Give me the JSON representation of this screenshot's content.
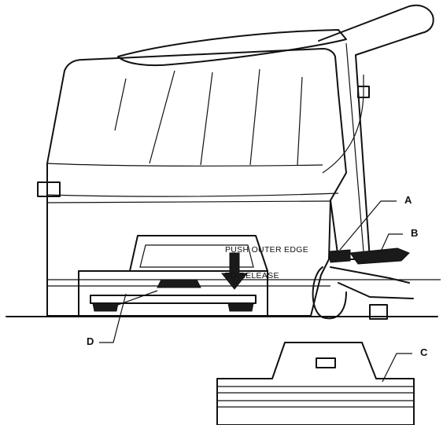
{
  "labels": {
    "a": "A",
    "b": "B",
    "c": "C",
    "d": "D"
  },
  "instruction": {
    "line1": "PUSH OUTER EDGE",
    "line2": "TO RELEASE"
  }
}
